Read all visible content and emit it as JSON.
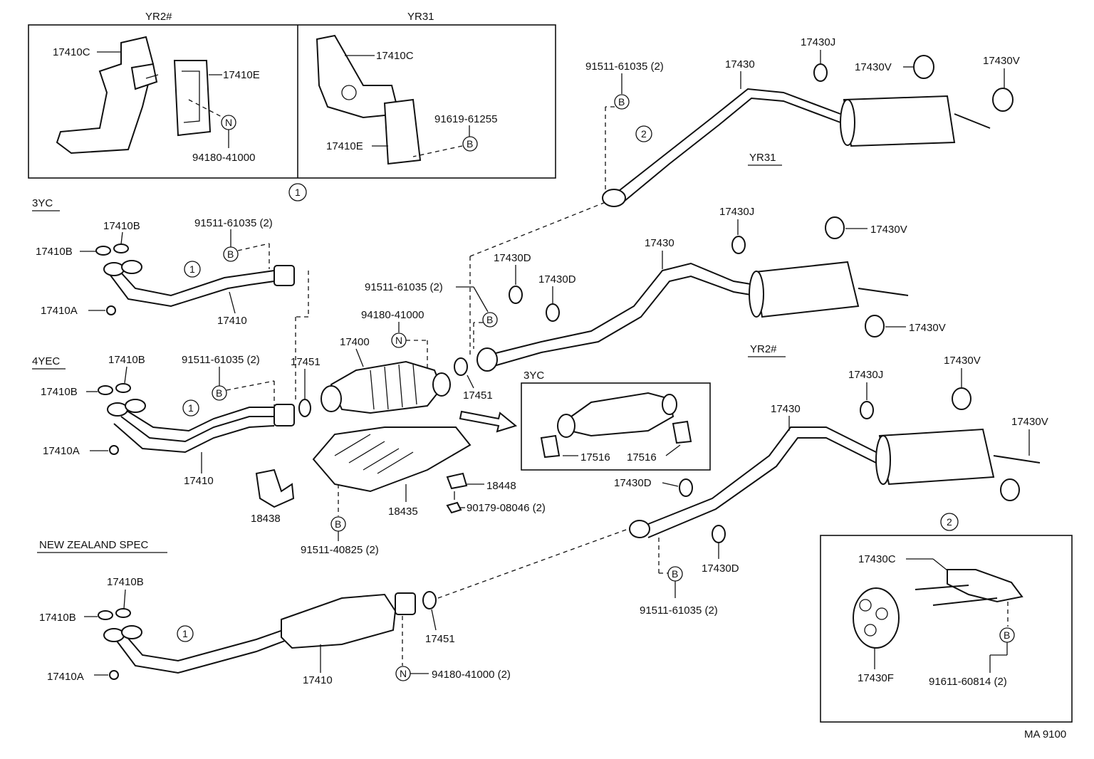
{
  "labels": {
    "sec_yr2_top": "YR2#",
    "sec_yr31_top": "YR31",
    "sec_3yc": "3YC",
    "sec_4yec": "4YEC",
    "sec_nz": "NEW ZEALAND SPEC",
    "sec_yr31_right": "YR31",
    "sec_yr2_right": "YR2#",
    "sec_3yc_inset": "3YC",
    "p17410C_a": "17410C",
    "p17410E_a": "17410E",
    "p94180_a": "94180-41000",
    "p17410C_b": "17410C",
    "p91619": "91619-61255",
    "p17410E_b": "17410E",
    "p17410B_3yc_top": "17410B",
    "p17410B_3yc_left": "17410B",
    "p91511_3yc": "91511-61035 (2)",
    "p17410A_3yc": "17410A",
    "p17410_3yc": "17410",
    "p17410B_4yec_top": "17410B",
    "p17410B_4yec_left": "17410B",
    "p91511_4yec": "91511-61035 (2)",
    "p17451_a": "17451",
    "p17410A_4yec": "17410A",
    "p17410_4yec": "17410",
    "p17400": "17400",
    "p94180_mid": "94180-41000",
    "p91511_mid": "91511-61035 (2)",
    "p17451_b": "17451",
    "p18438": "18438",
    "p18435": "18435",
    "p18448": "18448",
    "p90179": "90179-08046 (2)",
    "p91511_40825": "91511-40825 (2)",
    "p17516_a": "17516",
    "p17516_b": "17516",
    "p17410B_nz_top": "17410B",
    "p17410B_nz_left": "17410B",
    "p17410A_nz": "17410A",
    "p17410_nz": "17410",
    "p17451_c": "17451",
    "p94180_nz": "94180-41000 (2)",
    "p91511_top": "91511-61035 (2)",
    "p17430_top": "17430",
    "p17430J_top": "17430J",
    "p17430V_top1": "17430V",
    "p17430V_top2": "17430V",
    "p17430D_a": "17430D",
    "p17430D_b": "17430D",
    "p17430J_mid": "17430J",
    "p17430_mid": "17430",
    "p17430V_mid1": "17430V",
    "p17430V_mid2": "17430V",
    "p17430J_low": "17430J",
    "p17430V_low1": "17430V",
    "p17430_low": "17430",
    "p17430V_low2": "17430V",
    "p17430D_c": "17430D",
    "p17430D_d": "17430D",
    "p91511_low": "91511-61035 (2)",
    "p17430C": "17430C",
    "p17430F": "17430F",
    "p91611": "91611-60814 (2)",
    "footer": "MA 9100"
  },
  "markers": {
    "ref_one": "1",
    "ref_two": "2",
    "bolt": "B",
    "nut": "N"
  }
}
